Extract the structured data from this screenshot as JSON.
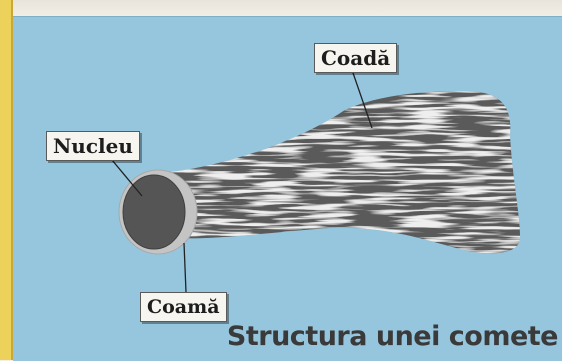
{
  "diagram": {
    "title": "Structura unei comete",
    "labels": {
      "tail": "Coadă",
      "nucleus": "Nucleu",
      "coma": "Coamă"
    }
  },
  "colors": {
    "background": "#96c6de",
    "tail": "#5a5a5a",
    "tail_streaks": "#c9c9c9",
    "nucleus": "#555555",
    "coma": "#c4c4c4",
    "label_background": "#f7f5ef",
    "title": "#3a3a3a",
    "margin_strip": "#ecd15a"
  }
}
